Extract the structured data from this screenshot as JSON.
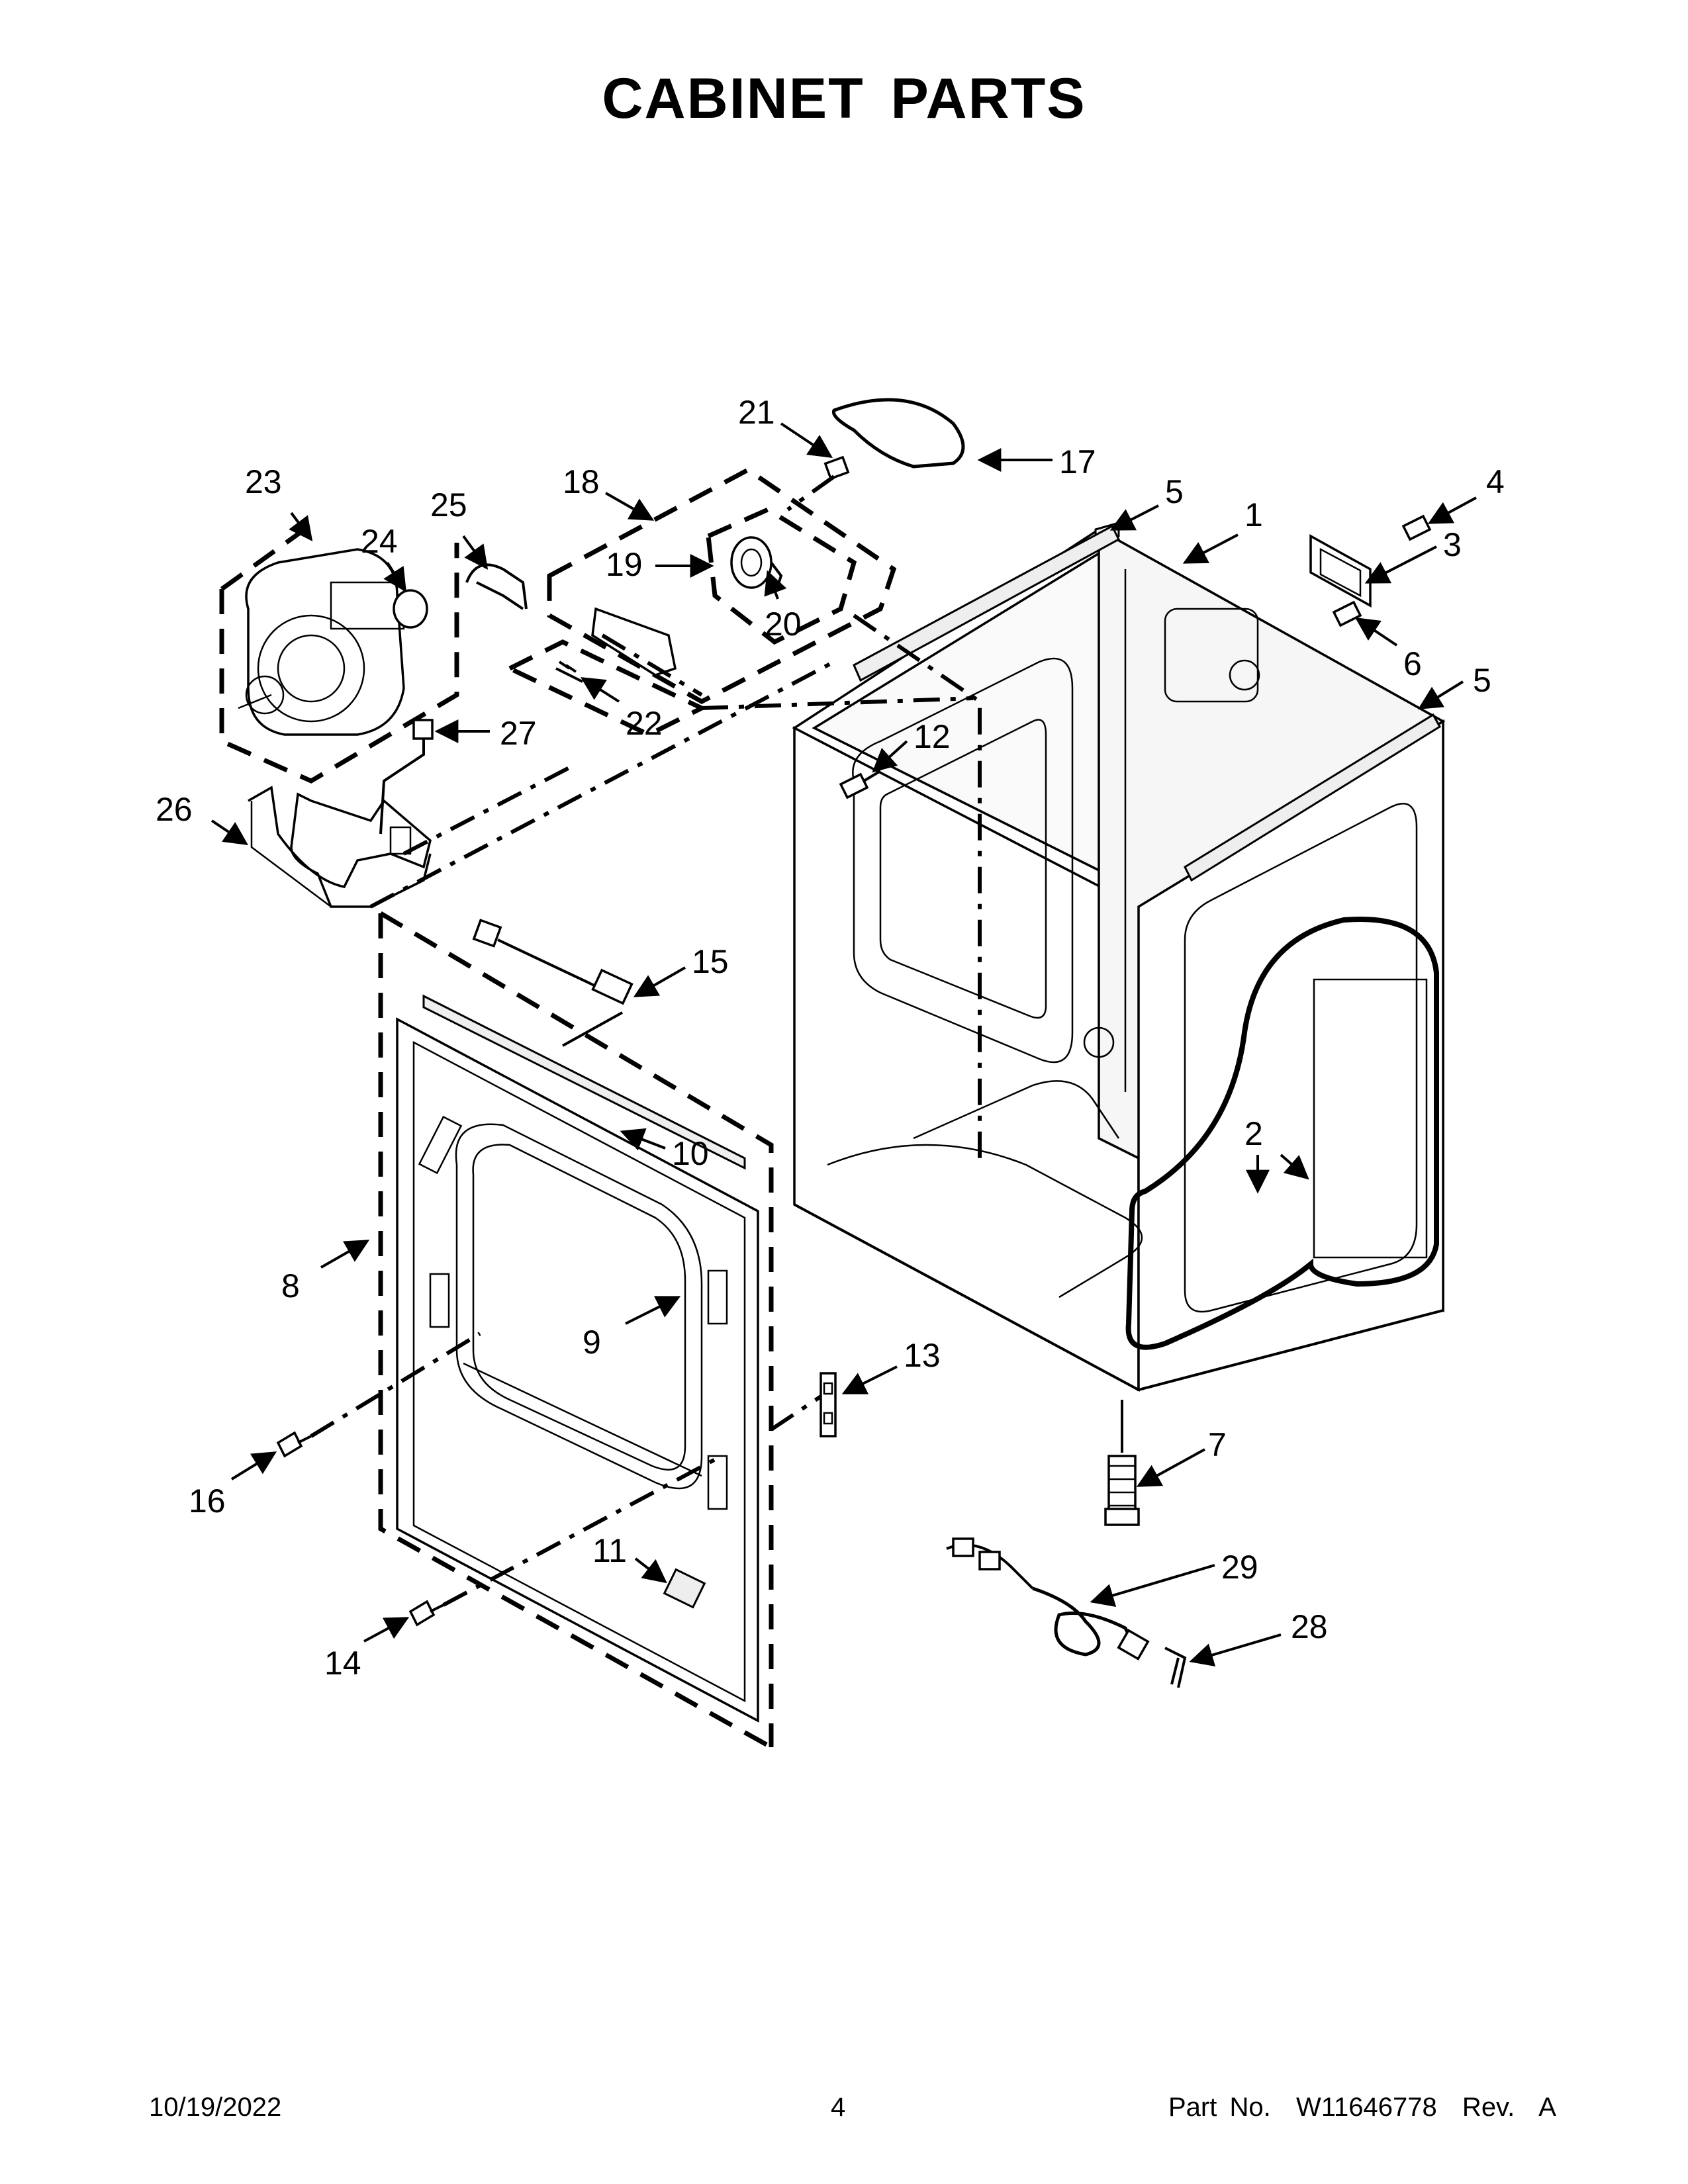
{
  "title": "CABINET PARTS",
  "footer": {
    "date": "10/19/2022",
    "page": "4",
    "part_number": "Part No.  W11646778  Rev.  A"
  },
  "callouts": [
    {
      "label": "1"
    },
    {
      "label": "2"
    },
    {
      "label": "3"
    },
    {
      "label": "4"
    },
    {
      "label": "5"
    },
    {
      "label": "5"
    },
    {
      "label": "6"
    },
    {
      "label": "7"
    },
    {
      "label": "8"
    },
    {
      "label": "9"
    },
    {
      "label": "10"
    },
    {
      "label": "11"
    },
    {
      "label": "12"
    },
    {
      "label": "13"
    },
    {
      "label": "14"
    },
    {
      "label": "15"
    },
    {
      "label": "16"
    },
    {
      "label": "17"
    },
    {
      "label": "18"
    },
    {
      "label": "19"
    },
    {
      "label": "20"
    },
    {
      "label": "21"
    },
    {
      "label": "22"
    },
    {
      "label": "23"
    },
    {
      "label": "24"
    },
    {
      "label": "25"
    },
    {
      "label": "26"
    },
    {
      "label": "27"
    },
    {
      "label": "28"
    },
    {
      "label": "29"
    }
  ]
}
